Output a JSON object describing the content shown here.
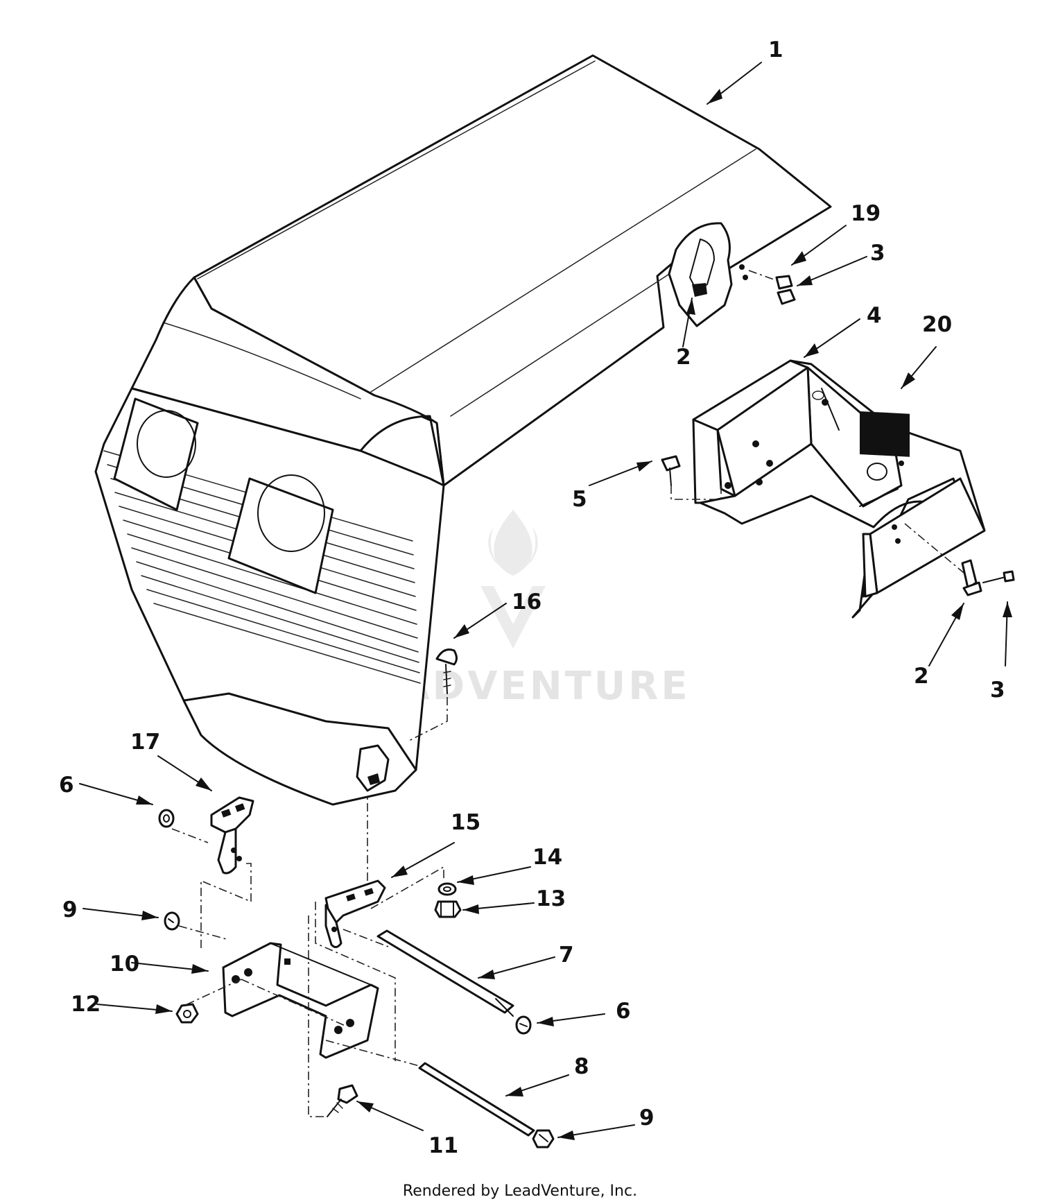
{
  "callouts": [
    {
      "id": "callout-1",
      "label": "1"
    },
    {
      "id": "callout-19",
      "label": "19"
    },
    {
      "id": "callout-3a",
      "label": "3"
    },
    {
      "id": "callout-2a",
      "label": "2"
    },
    {
      "id": "callout-4",
      "label": "4"
    },
    {
      "id": "callout-20",
      "label": "20"
    },
    {
      "id": "callout-5",
      "label": "5"
    },
    {
      "id": "callout-16",
      "label": "16"
    },
    {
      "id": "callout-2b",
      "label": "2"
    },
    {
      "id": "callout-3b",
      "label": "3"
    },
    {
      "id": "callout-17",
      "label": "17"
    },
    {
      "id": "callout-6a",
      "label": "6"
    },
    {
      "id": "callout-15",
      "label": "15"
    },
    {
      "id": "callout-14",
      "label": "14"
    },
    {
      "id": "callout-13",
      "label": "13"
    },
    {
      "id": "callout-9a",
      "label": "9"
    },
    {
      "id": "callout-10",
      "label": "10"
    },
    {
      "id": "callout-7",
      "label": "7"
    },
    {
      "id": "callout-12",
      "label": "12"
    },
    {
      "id": "callout-6b",
      "label": "6"
    },
    {
      "id": "callout-8",
      "label": "8"
    },
    {
      "id": "callout-9b",
      "label": "9"
    },
    {
      "id": "callout-11",
      "label": "11"
    }
  ],
  "watermark": "LEADVENTURE",
  "footer": "Rendered by LeadVenture, Inc."
}
